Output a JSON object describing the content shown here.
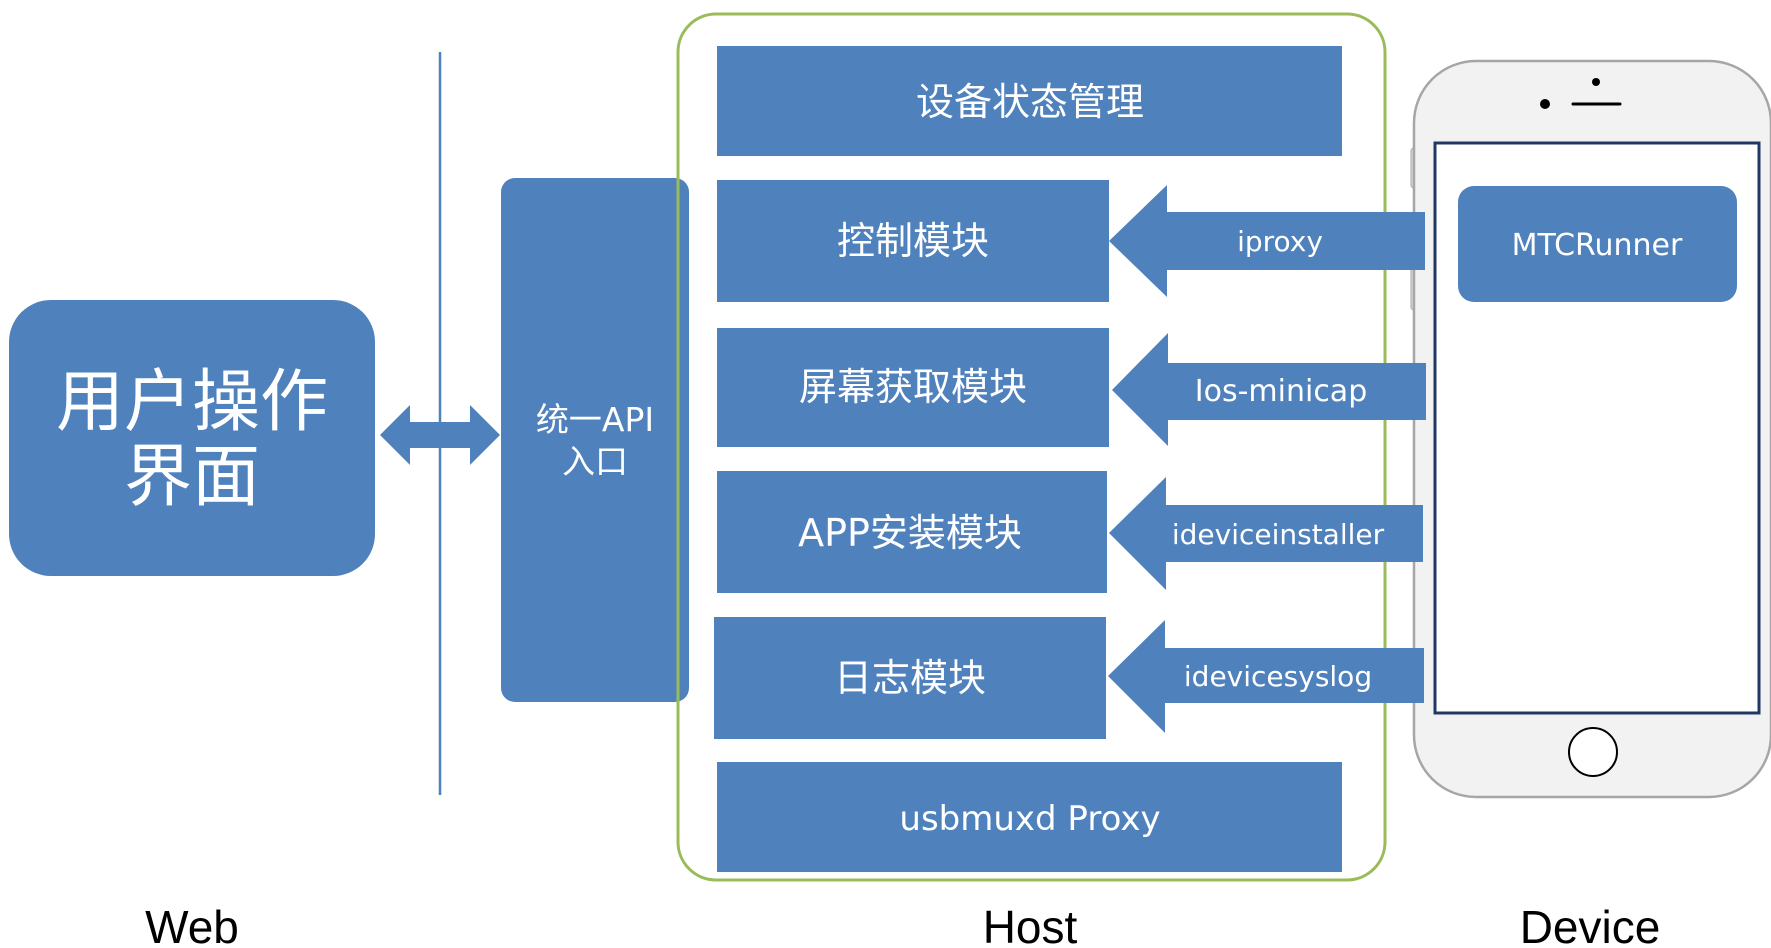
{
  "colors": {
    "box_fill": "#4f81bd",
    "host_border": "#9bbb59",
    "divider": "#4f81bd",
    "text_on_box": "#ffffff",
    "section_text": "#000000",
    "phone_body": "#f2f2f2",
    "phone_outline": "#a6a6a6",
    "phone_screen_border": "#1f3864"
  },
  "web": {
    "ui_box_line1": "用户操作",
    "ui_box_line2": "界面",
    "section_label": "Web"
  },
  "host": {
    "api_line1": "统一API",
    "api_line2": "入口",
    "modules": {
      "device_state": "设备状态管理",
      "control": "控制模块",
      "screen": "屏幕获取模块",
      "app_install": "APP安装模块",
      "log": "日志模块",
      "usbmuxd": "usbmuxd Proxy"
    },
    "section_label": "Host"
  },
  "connectors": {
    "iproxy": "iproxy",
    "minicap": "Ios-minicap",
    "installer": "ideviceinstaller",
    "syslog": "idevicesyslog"
  },
  "device": {
    "runner": "MTCRunner",
    "section_label": "Device"
  }
}
